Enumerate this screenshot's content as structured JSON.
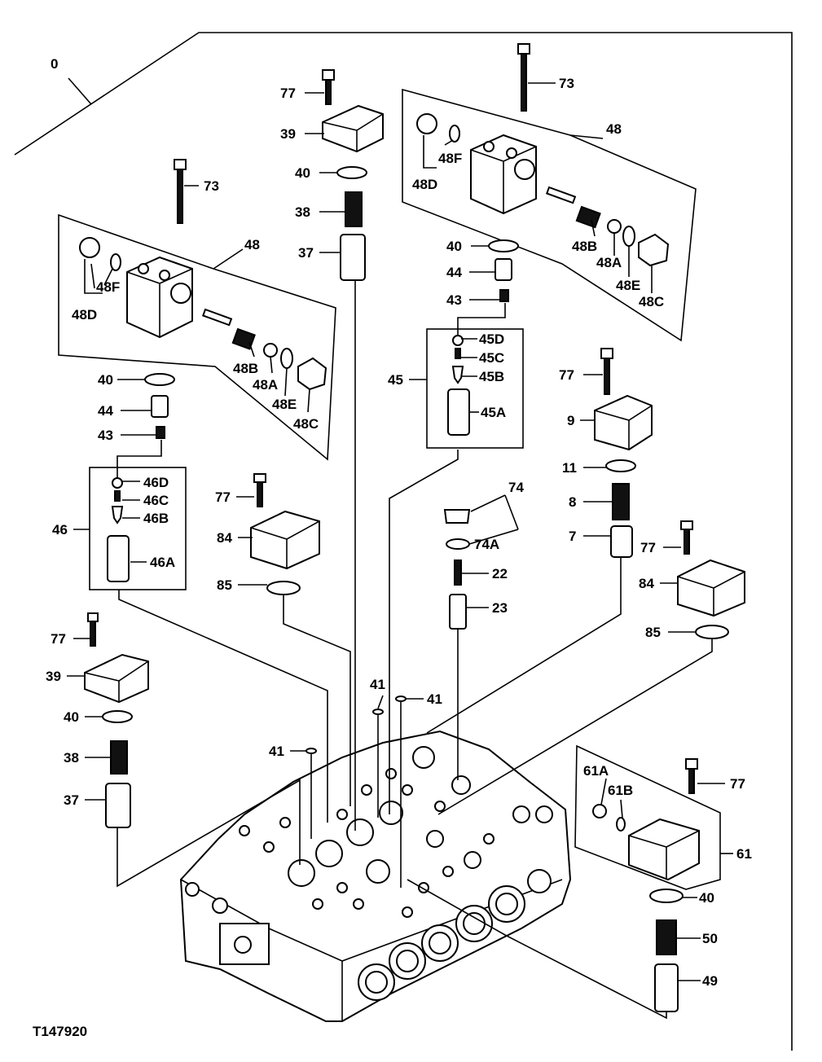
{
  "figure_ref": "T147920",
  "callouts": {
    "c0": "0",
    "c77a": "77",
    "c39a": "39",
    "c40a": "40",
    "c38a": "38",
    "c37a": "37",
    "c73a": "73",
    "c48a": "48",
    "c48Fa": "48F",
    "c48Da": "48D",
    "c40b": "40",
    "c44a": "44",
    "c43a": "43",
    "c45": "45",
    "c45D": "45D",
    "c45C": "45C",
    "c45B": "45B",
    "c45A": "45A",
    "c48Ba": "48B",
    "c48Aa": "48A",
    "c48Ea": "48E",
    "c48Ca": "48C",
    "c73b": "73",
    "c48b": "48",
    "c48Fb": "48F",
    "c48Db": "48D",
    "c48Bb": "48B",
    "c48Ab": "48A",
    "c48Eb": "48E",
    "c48Cb": "48C",
    "c40c": "40",
    "c44b": "44",
    "c43b": "43",
    "c46": "46",
    "c46D": "46D",
    "c46C": "46C",
    "c46B": "46B",
    "c46A": "46A",
    "c77b": "77",
    "c84a": "84",
    "c85a": "85",
    "c74": "74",
    "c74A": "74A",
    "c22": "22",
    "c23": "23",
    "c77c": "77",
    "c9": "9",
    "c11": "11",
    "c8": "8",
    "c7": "7",
    "c77d": "77",
    "c84b": "84",
    "c85b": "85",
    "c77e": "77",
    "c39b": "39",
    "c40d": "40",
    "c38b": "38",
    "c37b": "37",
    "c41a": "41",
    "c41b": "41",
    "c41c": "41",
    "c61A": "61A",
    "c61B": "61B",
    "c77f": "77",
    "c61": "61",
    "c40e": "40",
    "c50": "50",
    "c49": "49"
  }
}
